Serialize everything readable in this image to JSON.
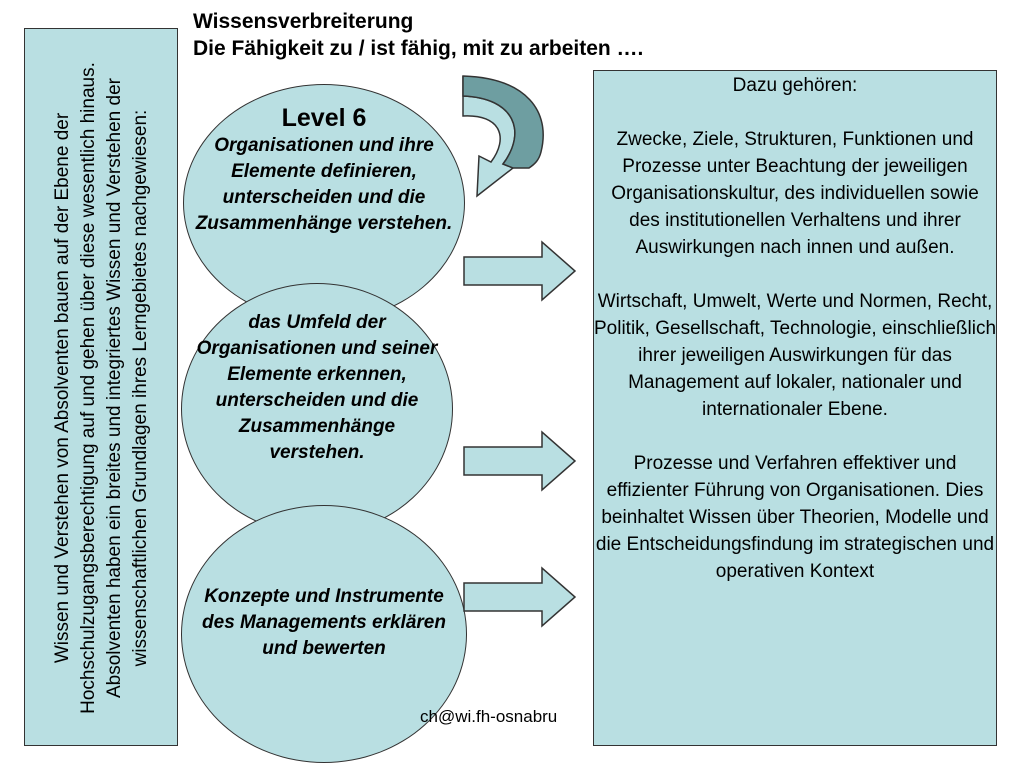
{
  "title": {
    "line1": "Wissensverbreiterung",
    "line2": "Die Fähigkeit zu / ist fähig, mit zu arbeiten …."
  },
  "left_box": {
    "text": "Wissen und Verstehen von Absolventen bauen  auf der Ebene der Hochschulzugangsberechtigung auf  und gehen über diese wesentlich hinaus. Absolventen haben ein breites und integriertes Wissen und Verstehen der wissenschaftlichen Grundlagen ihres Lerngebietes nachgewiesen:"
  },
  "circles": {
    "level": "Level 6",
    "c1_text": "Organisationen und ihre Elemente definieren, unterscheiden und die Zusammenhänge verstehen.",
    "c2_text": "das Umfeld der Organisationen und seiner Elemente erkennen, unterscheiden und die Zusammenhänge verstehen.",
    "c3_text": "Konzepte und Instrumente des Managements erklären und bewerten"
  },
  "right_box": {
    "heading": "Dazu gehören:",
    "p1": "Zwecke, Ziele, Strukturen, Funktionen und Prozesse unter Beachtung der jeweiligen Organisationskultur, des individuellen sowie des institutionellen Verhaltens und ihrer Auswirkungen nach innen und außen.",
    "p2": "Wirtschaft, Umwelt, Werte und Normen, Recht, Politik, Gesellschaft, Technologie, einschließlich ihrer jeweiligen Auswirkungen  für das Management auf lokaler, nationaler und internationaler Ebene.",
    "p3": "Prozesse und Verfahren effektiver und effizienter Führung von Organisationen.  Dies beinhaltet Wissen über Theorien, Modelle und die  Entscheidungsfindung im strategischen und operativen Kontext"
  },
  "footer": "ch@wi.fh-osnabru",
  "colors": {
    "fill": "#b9dfe2",
    "arrow_dark": "#6e9ea1",
    "outline": "#333333"
  }
}
